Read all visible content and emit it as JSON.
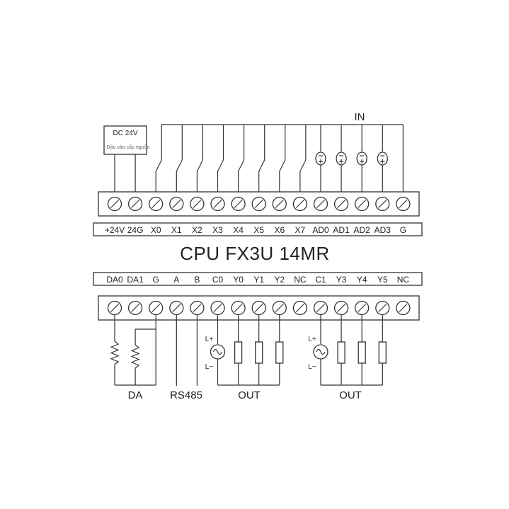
{
  "title": "CPU FX3U 14MR",
  "top_section_label": "IN",
  "power_box": {
    "label": "DC  24V",
    "note": "Đầu vào cấp nguồn"
  },
  "top_terminals": [
    "+24V",
    "24G",
    "X0",
    "X1",
    "X2",
    "X3",
    "X4",
    "X5",
    "X6",
    "X7",
    "AD0",
    "AD1",
    "AD2",
    "AD3",
    "G"
  ],
  "bottom_terminals": [
    "DA0",
    "DA1",
    "G",
    "A",
    "B",
    "C0",
    "Y0",
    "Y1",
    "Y2",
    "NC",
    "C1",
    "Y3",
    "Y4",
    "Y5",
    "NC"
  ],
  "bottom_groups": [
    "DA",
    "RS485",
    "OUT",
    "OUT"
  ],
  "ac_source_labels": {
    "line_plus": "L+",
    "line_minus": "L−"
  },
  "colors": {
    "stroke": "#333333",
    "text": "#222222",
    "background": "#ffffff"
  }
}
